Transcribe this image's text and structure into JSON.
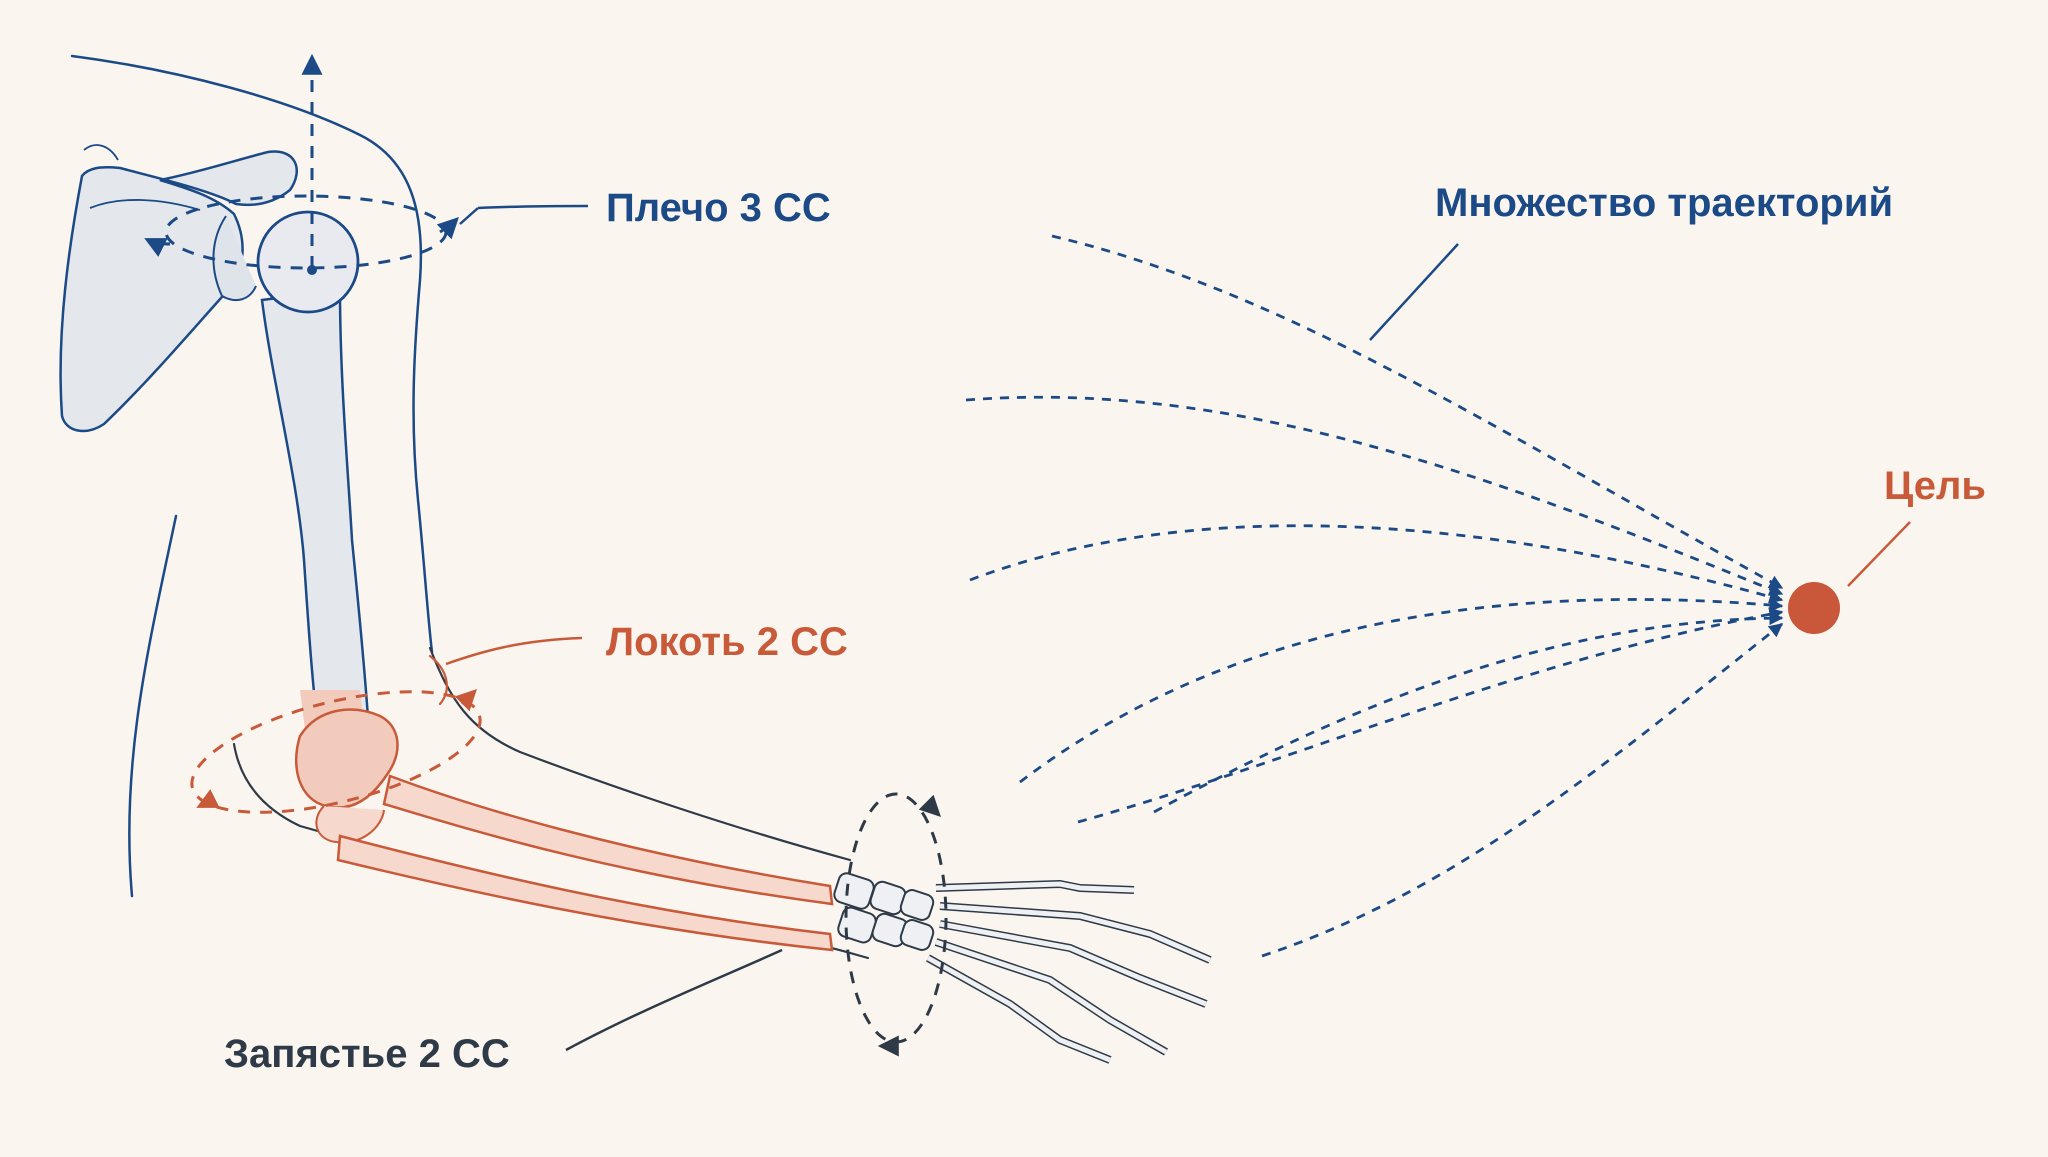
{
  "labels": {
    "shoulder": "Плечо 3 СС",
    "elbow": "Локоть 2 СС",
    "wrist": "Запястье 2 СС",
    "trajectories": "Множество траекторий",
    "target": "Цель"
  },
  "colors": {
    "background": "#faf6ef",
    "blue": "#1b4a86",
    "orange": "#c85a3a",
    "dark": "#2e3a47",
    "bone_fill": "#e4e7ec",
    "bone_fill_orange": "#f2cbbd",
    "target": "#c9573a"
  },
  "joints": [
    {
      "name": "shoulder",
      "degrees_of_freedom": 3
    },
    {
      "name": "elbow",
      "degrees_of_freedom": 2
    },
    {
      "name": "wrist",
      "degrees_of_freedom": 2
    }
  ]
}
